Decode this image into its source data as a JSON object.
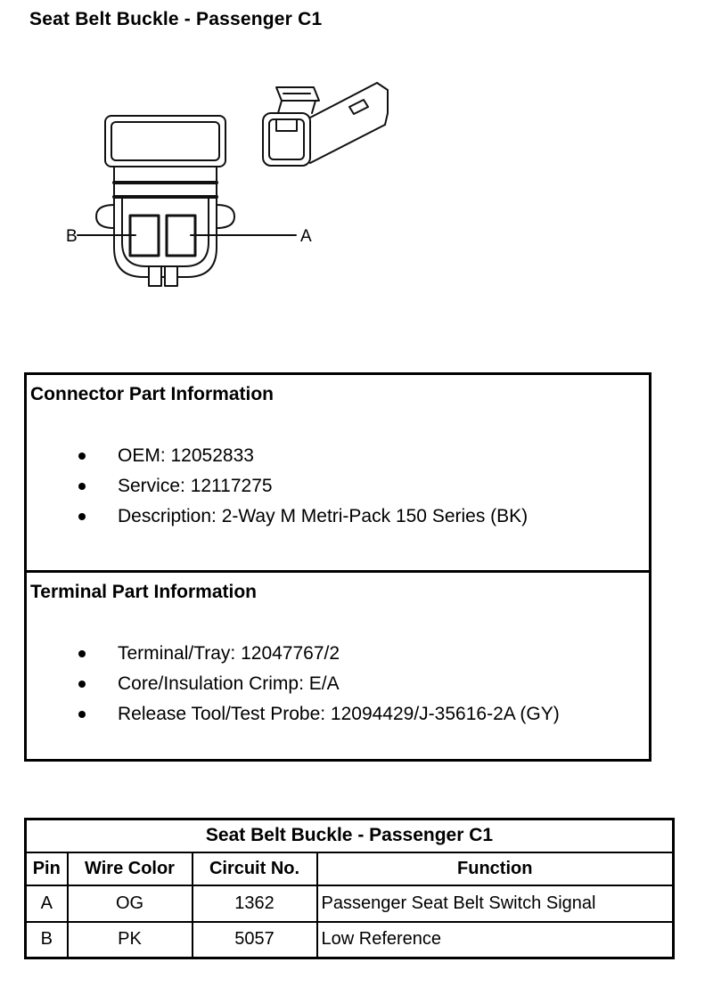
{
  "page": {
    "title": "Seat Belt Buckle - Passenger C1"
  },
  "diagram": {
    "label_a": "A",
    "label_b": "B"
  },
  "info_box": {
    "connector": {
      "heading": "Connector Part Information",
      "items": [
        "OEM: 12052833",
        "Service: 12117275",
        "Description: 2-Way M Metri-Pack 150 Series (BK)"
      ]
    },
    "terminal": {
      "heading": "Terminal Part Information",
      "items": [
        "Terminal/Tray: 12047767/2",
        "Core/Insulation Crimp: E/A",
        "Release Tool/Test Probe: 12094429/J-35616-2A (GY)"
      ]
    }
  },
  "pin_table": {
    "title": "Seat Belt Buckle - Passenger C1",
    "headers": [
      "Pin",
      "Wire Color",
      "Circuit No.",
      "Function"
    ],
    "rows": [
      {
        "pin": "A",
        "wire_color": "OG",
        "circuit": "1362",
        "function": "Passenger Seat Belt Switch Signal"
      },
      {
        "pin": "B",
        "wire_color": "PK",
        "circuit": "5057",
        "function": "Low Reference"
      }
    ]
  },
  "colors": {
    "line": "#111111",
    "text": "#000000",
    "background": "#ffffff"
  }
}
